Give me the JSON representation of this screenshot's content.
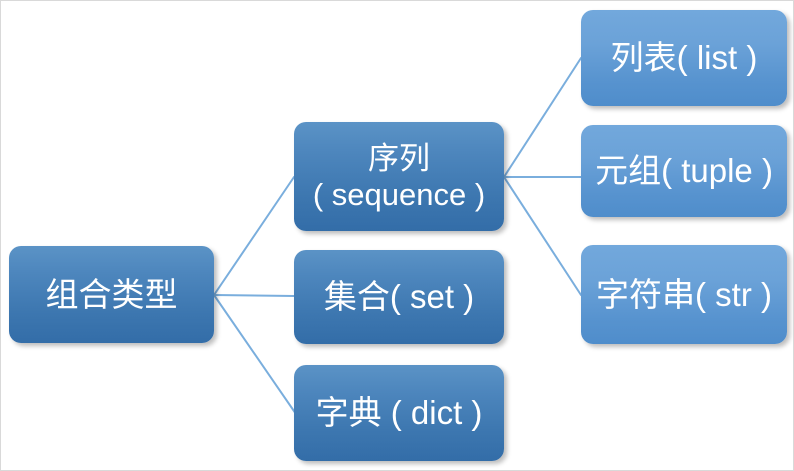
{
  "diagram": {
    "title": "组合类型",
    "background_color": "#ffffff",
    "border_color": "#d9d9d9",
    "edge_color": "#7aaedd",
    "node_text_color": "#ffffff",
    "node_fill_deep_top": "#5b93c6",
    "node_fill_deep_bottom": "#336da8",
    "node_fill_light_top": "#72a8dc",
    "node_fill_light_bottom": "#4f8dcb",
    "nodes": {
      "root": {
        "label": "组合类型"
      },
      "sequence": {
        "label_main": "序列",
        "label_sub": "( sequence )"
      },
      "set": {
        "label": "集合( set )"
      },
      "dict": {
        "label": "字典 ( dict )"
      },
      "list": {
        "label": "列表( list )"
      },
      "tuple": {
        "label": "元组( tuple )"
      },
      "str": {
        "label": "字符串( str )"
      }
    },
    "edges": [
      {
        "from": "root",
        "to": "sequence"
      },
      {
        "from": "root",
        "to": "set"
      },
      {
        "from": "root",
        "to": "dict"
      },
      {
        "from": "sequence",
        "to": "list"
      },
      {
        "from": "sequence",
        "to": "tuple"
      },
      {
        "from": "sequence",
        "to": "str"
      }
    ]
  }
}
